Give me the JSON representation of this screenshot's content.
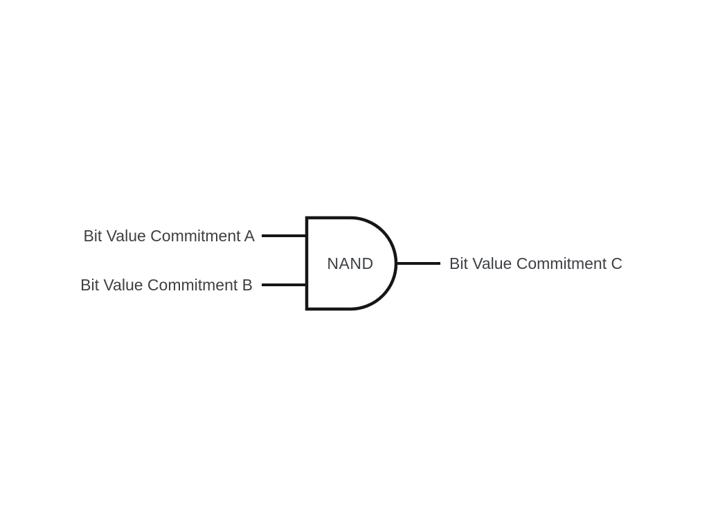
{
  "diagram": {
    "gate": {
      "type": "NAND",
      "label": "NAND"
    },
    "inputs": [
      {
        "label": "Bit Value Commitment A"
      },
      {
        "label": "Bit Value Commitment B"
      }
    ],
    "output": {
      "label": "Bit Value Commitment C"
    },
    "colors": {
      "background": "#ffffff",
      "stroke": "#161616",
      "text": "#3d4044"
    }
  }
}
